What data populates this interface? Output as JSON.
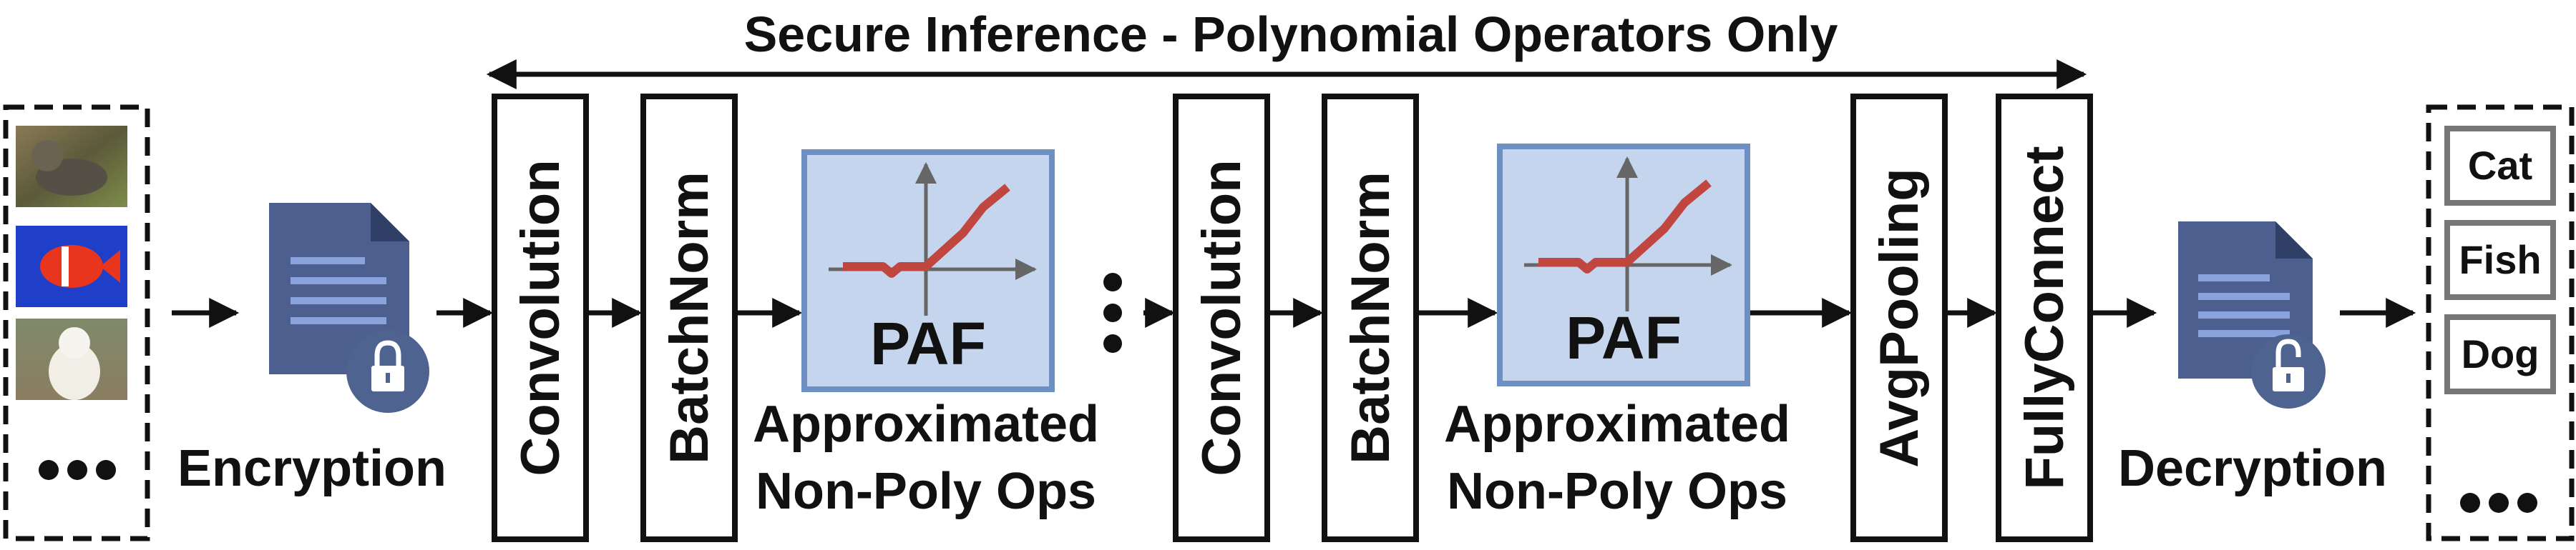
{
  "title": "Secure Inference - Polynomial Operators Only",
  "stages": {
    "encryption": "Encryption",
    "conv1": "Convolution",
    "bn1": "BatchNorm",
    "paf1": "PAF",
    "paf1_caption_1": "Approximated",
    "paf1_caption_2": "Non-Poly Ops",
    "conv2": "Convolution",
    "bn2": "BatchNorm",
    "paf2": "PAF",
    "paf2_caption_1": "Approximated",
    "paf2_caption_2": "Non-Poly Ops",
    "avgpool": "AvgPooling",
    "fc": "FullyConnect",
    "decryption": "Decryption"
  },
  "outputs": [
    "Cat",
    "Fish",
    "Dog"
  ],
  "input_images": [
    "cat-photo",
    "fish-photo",
    "dog-photo"
  ],
  "icons": [
    "encrypted-document-icon",
    "decrypted-document-icon",
    "lock-icon",
    "unlock-icon"
  ],
  "colors": {
    "paf_fill": "#c5d5ee",
    "paf_border": "#6d8fc2",
    "curve": "#c0463f",
    "doc_body": "#4c5f8f",
    "doc_fold": "#2f3f66",
    "doc_lines": "#8aa3dd",
    "lock_circle": "#4e6390"
  }
}
